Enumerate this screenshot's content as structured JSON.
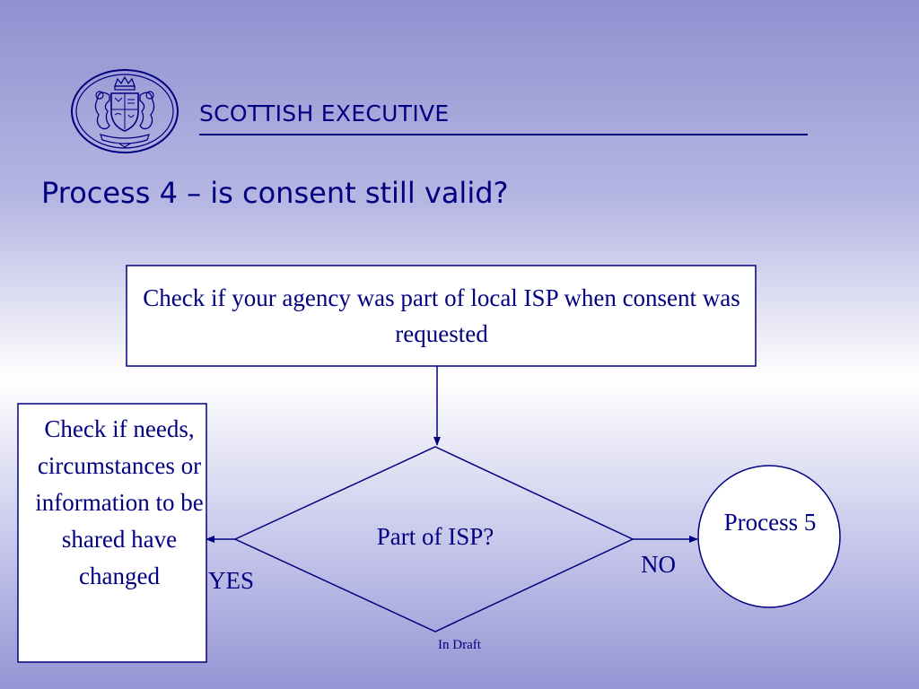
{
  "header": {
    "org_name": "SCOTTISH EXECUTIVE",
    "logo_icon": "royal-coat-of-arms-icon"
  },
  "slide": {
    "title": "Process 4 – is consent still valid?"
  },
  "flowchart": {
    "top_box": "Check if your agency was part of local ISP when consent was requested",
    "decision": "Part of ISP?",
    "left_box": "Check if needs, circumstances or information to be shared have changed",
    "circle": "Process 5",
    "yes_label": "YES",
    "no_label": "NO"
  },
  "footer": {
    "note": "In Draft"
  },
  "colors": {
    "text": "#000080",
    "stroke": "#000080",
    "background_top": "#9090d0",
    "background_mid": "#ffffff"
  }
}
